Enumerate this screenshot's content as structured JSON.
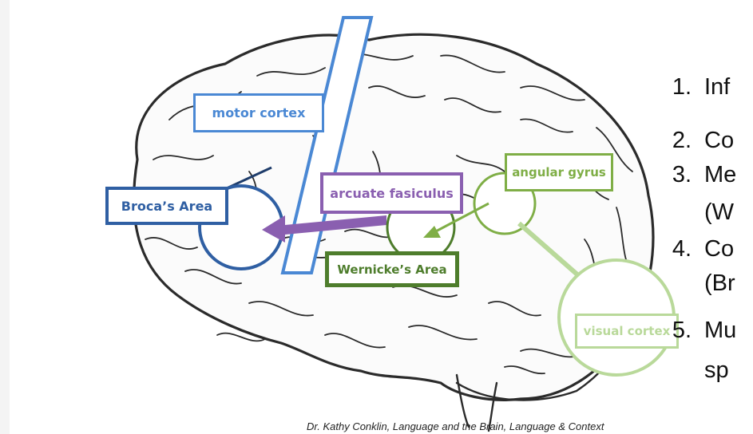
{
  "labels": {
    "motor_cortex": "motor cortex",
    "arcuate_fasiculus": "arcuate fasiculus",
    "angular_gyrus": "angular gyrus",
    "brocas_area": "Broca’s Area",
    "wernickes_area": "Wernicke’s Area",
    "visual_cortex": "visual cortex"
  },
  "steps": [
    {
      "num": "1.",
      "text": "Inf"
    },
    {
      "num": "2.",
      "text": "Co"
    },
    {
      "num": "3.",
      "text": "Me"
    },
    {
      "num": "",
      "text": "(W"
    },
    {
      "num": "4.",
      "text": "Co"
    },
    {
      "num": "",
      "text": "(Br"
    },
    {
      "num": "5.",
      "text": "Mu"
    },
    {
      "num": "",
      "text": "sp"
    }
  ],
  "credit": "Dr. Kathy Conklin, Language and the Brain, Language & Context",
  "colors": {
    "motor": "#4a88d4",
    "broca": "#2f5fa3",
    "arcuate": "#8a5fb0",
    "wernicke": "#4e7d2c",
    "angular": "#7fae46",
    "visual": "#b9d99a",
    "brain_outline": "#2b2b2b"
  },
  "icons": {
    "brain": "brain-illustration"
  }
}
